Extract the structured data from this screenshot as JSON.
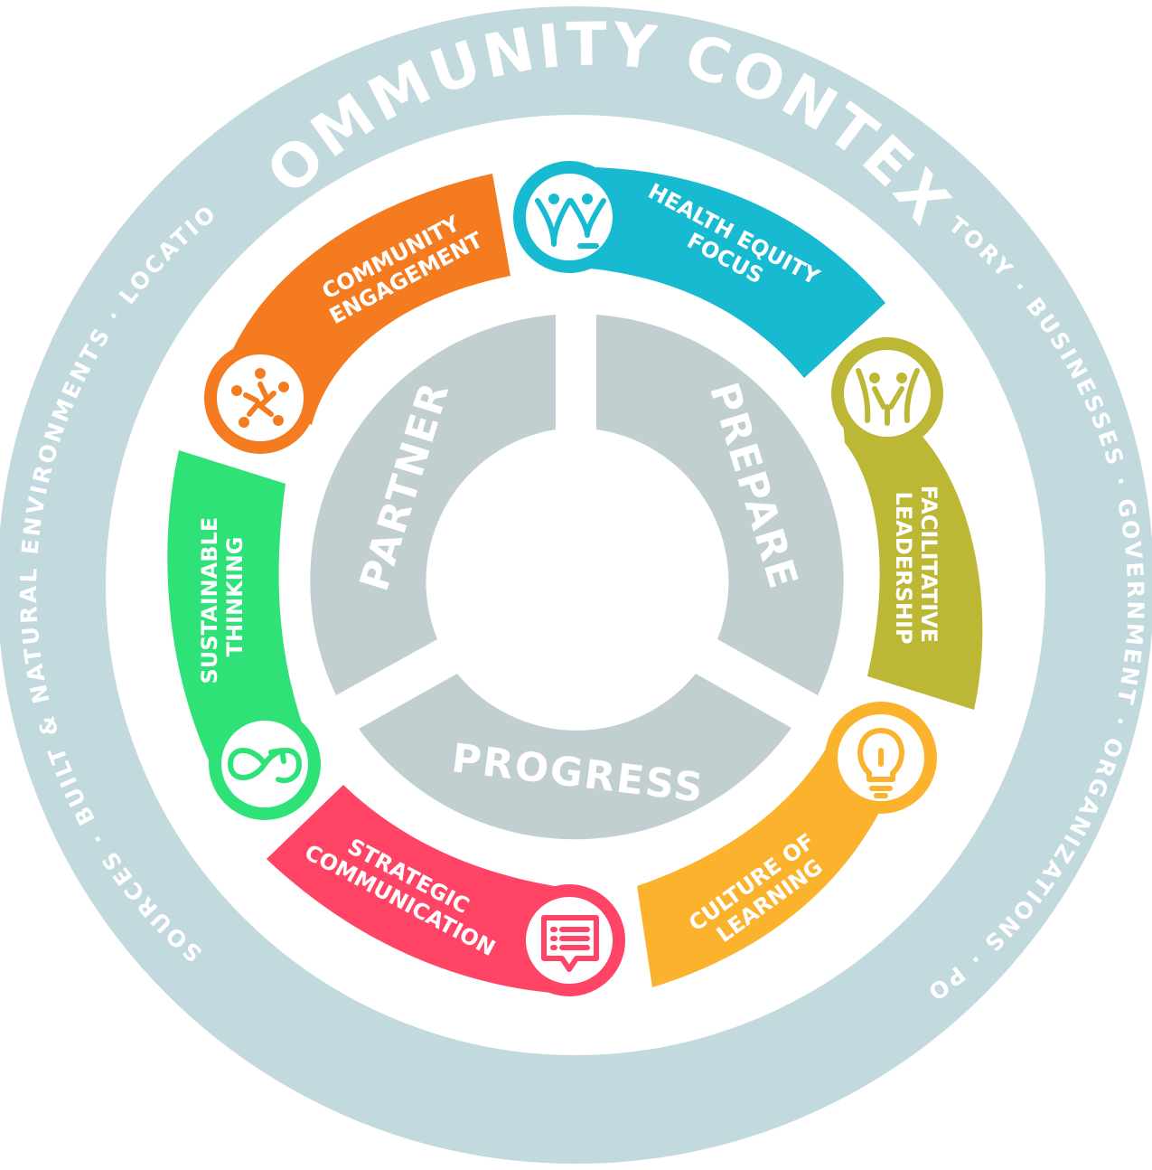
{
  "context": {
    "title": "COMMUNITY CONTEXT",
    "left_arc": "RESOURCES · BUILT & NATURAL ENVIRONMENTS · LOCATION",
    "right_arc": "RESIDENTS · CULTURE · HISTORY · BUSINESSES · GOVERNMENT · ORGANIZATIONS · POLICIES · PLANS · SYSTEMS"
  },
  "phases": {
    "partner": "PARTNER",
    "prepare": "PREPARE",
    "progress": "PROGRESS"
  },
  "segments": {
    "community_engagement": {
      "line1": "COMMUNITY",
      "line2": "ENGAGEMENT",
      "color": "#F47B20"
    },
    "health_equity": {
      "line1": "HEALTH EQUITY",
      "line2": "FOCUS",
      "color": "#17BAD1"
    },
    "facilitative_leadership": {
      "line1": "FACILITATIVE",
      "line2": "LEADERSHIP",
      "color": "#BDB736"
    },
    "culture_of_learning": {
      "line1": "CULTURE OF",
      "line2": "LEARNING",
      "color": "#FBB22D"
    },
    "strategic_communication": {
      "line1": "STRATEGIC",
      "line2": "COMMUNICATION",
      "color": "#FF4466"
    },
    "sustainable_thinking": {
      "line1": "SUSTAINABLE",
      "line2": "THINKING",
      "color": "#2EE277"
    }
  },
  "colors": {
    "outer_ring": "#C2D9DE",
    "inner_ring": "#C1CFD1"
  },
  "icons": {
    "community_engagement": "people-network-icon",
    "health_equity": "people-equity-icon",
    "facilitative_leadership": "people-cheer-icon",
    "culture_of_learning": "lightbulb-icon",
    "strategic_communication": "message-list-icon",
    "sustainable_thinking": "infinity-arrow-icon"
  }
}
